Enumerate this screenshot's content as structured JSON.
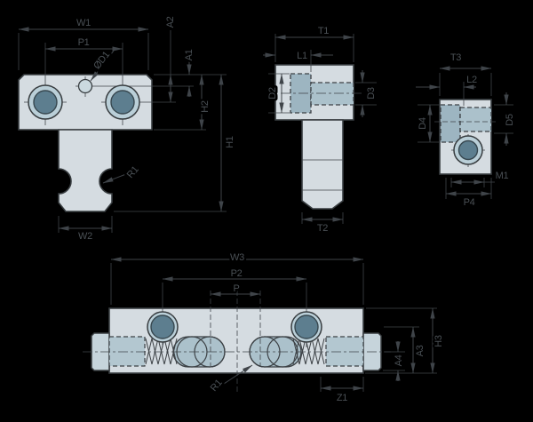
{
  "colors": {
    "background": "#000000",
    "line": "#3f4449",
    "text": "#4a5055",
    "part_body": "#d5dce1",
    "part_recess": "#abc1cb",
    "hole_ring": "#bacfd8",
    "hole_core": "#5d7e8f"
  },
  "drawing": {
    "front_view": {
      "w1": "W1",
      "p1": "P1",
      "d1": "ØD1",
      "a2": "A2",
      "a1": "A1",
      "h2": "H2",
      "h1": "H1",
      "r1": "R1",
      "w2": "W2"
    },
    "side_view": {
      "t1": "T1",
      "l1": "L1",
      "d2": "D2",
      "d3": "D3",
      "t2": "T2"
    },
    "end_view": {
      "t3": "T3",
      "l2": "L2",
      "d4": "D4",
      "d5": "D5",
      "m1": "M1",
      "p4": "P4"
    },
    "bottom_view": {
      "w3": "W3",
      "p2": "P2",
      "p": "P",
      "r1": "R1",
      "a4": "A4",
      "a3": "A3",
      "h3": "H3",
      "z1": "Z1"
    }
  }
}
